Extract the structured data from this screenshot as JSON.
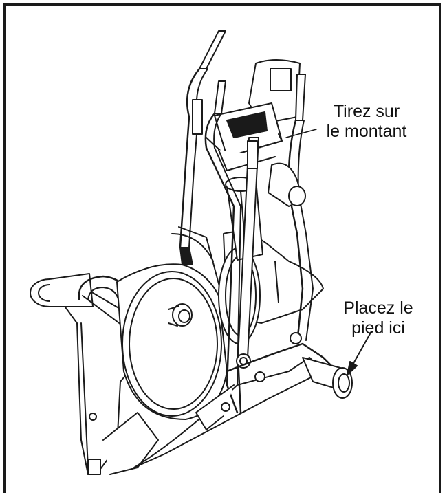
{
  "callouts": {
    "pull_post": {
      "line1": "Tirez sur",
      "line2": "le montant"
    },
    "foot_placement": {
      "line1": "Placez le",
      "line2": "pied ici"
    }
  },
  "colors": {
    "line": "#1a1a1a",
    "frame": "#1a1a1a",
    "background": "#ffffff"
  }
}
